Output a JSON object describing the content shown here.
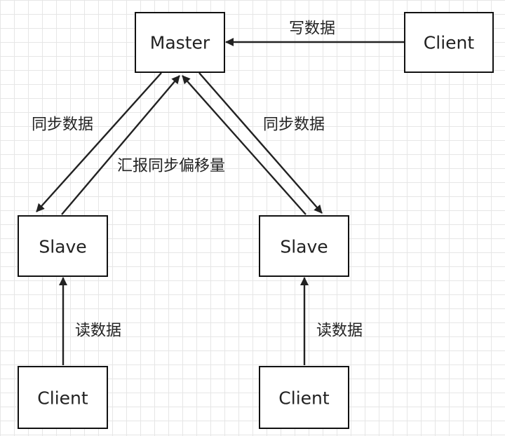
{
  "nodes": {
    "master": "Master",
    "client_top": "Client",
    "slave_left": "Slave",
    "slave_right": "Slave",
    "client_bottom_left": "Client",
    "client_bottom_right": "Client"
  },
  "edges": {
    "client_to_master": "写数据",
    "master_to_slave_left": "同步数据",
    "slave_left_to_master": "汇报同步偏移量",
    "master_to_slave_right": "同步数据",
    "client_to_slave_left": "读数据",
    "client_to_slave_right": "读数据"
  }
}
